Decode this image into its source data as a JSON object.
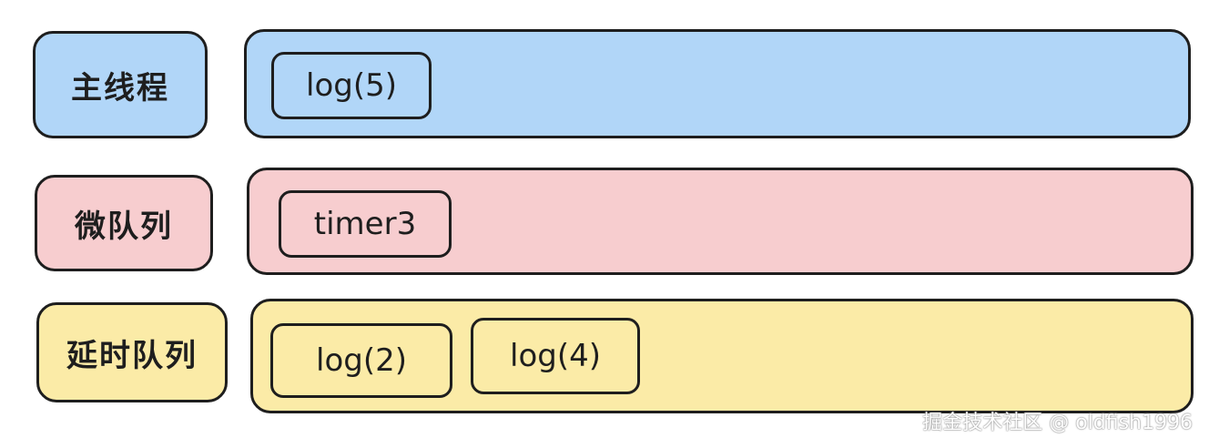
{
  "colors": {
    "main": "#b1d6f8",
    "micro": "#f7cdcf",
    "delay": "#fbeba7",
    "stroke": "#1e1e1e"
  },
  "rows": [
    {
      "label": "主线程",
      "items": [
        "log(5)"
      ]
    },
    {
      "label": "微队列",
      "items": [
        "timer3"
      ]
    },
    {
      "label": "延时队列",
      "items": [
        "log(2)",
        "log(4)"
      ]
    }
  ],
  "watermark": "掘金技术社区 @ oldfish1996"
}
